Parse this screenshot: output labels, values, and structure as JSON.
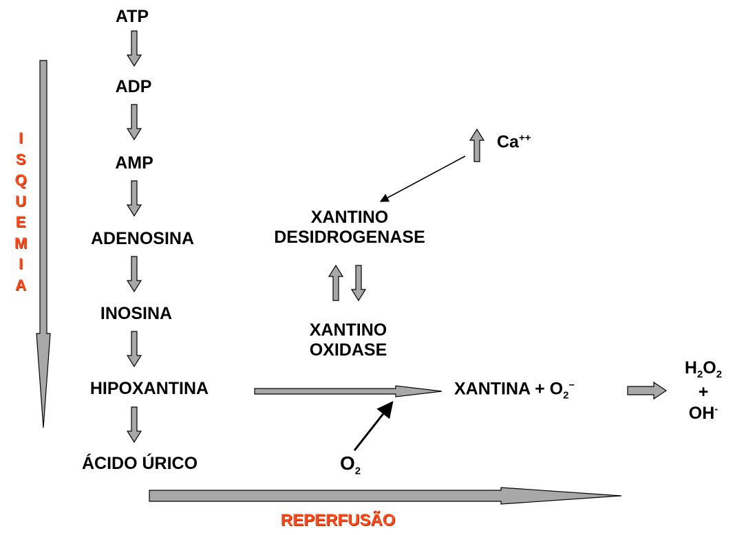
{
  "pathway": [
    "ATP",
    "ADP",
    "AMP",
    "ADENOSINA",
    "INOSINA",
    "HIPOXANTINA",
    "ÁCIDO ÚRICO"
  ],
  "side_label": [
    "I",
    "S",
    "Q",
    "U",
    "E",
    "M",
    "I",
    "A"
  ],
  "enzymes": {
    "dehydrogenase": [
      "XANTINO",
      "DESIDROGENASE"
    ],
    "oxidase": [
      "XANTINO",
      "OXIDASE"
    ]
  },
  "calcium": {
    "base": "Ca",
    "charge": "++"
  },
  "oxygen": {
    "base": "O",
    "sub": "2"
  },
  "product": {
    "text": "XANTINA + O",
    "sub": "2",
    "sup": "–"
  },
  "final": {
    "h2o2": {
      "a": "H",
      "sub1": "2",
      "b": "O",
      "sub2": "2"
    },
    "plus": "+",
    "oh": {
      "base": "OH",
      "sup": "-"
    }
  },
  "bottom_label": "REPERFUSÃO",
  "colors": {
    "accent": "#ff4a1c",
    "arrow_fill": "#a8a8a8",
    "text": "#000000"
  }
}
